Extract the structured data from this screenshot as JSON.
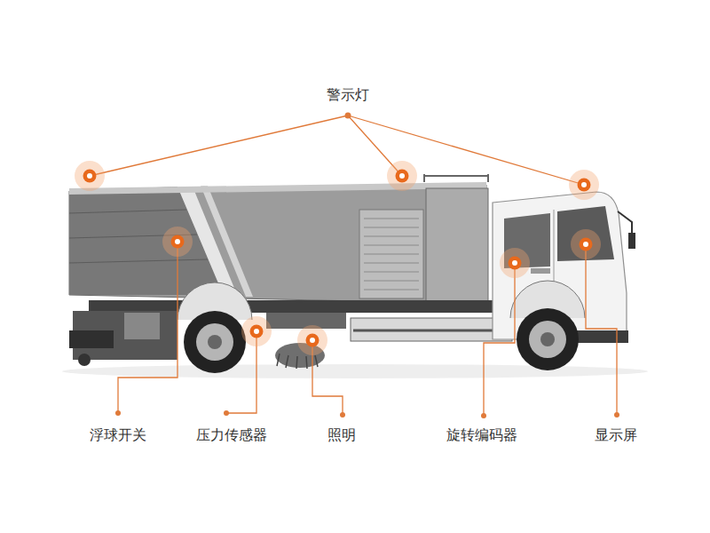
{
  "diagram": {
    "labels": [
      "警示灯",
      "浮球开关",
      "压力传感器",
      "照明",
      "旋转编码器",
      "显示屏"
    ]
  }
}
